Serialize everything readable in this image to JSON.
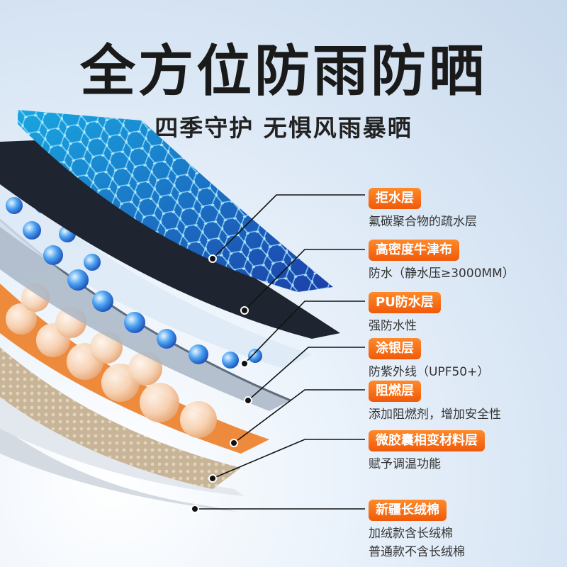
{
  "header": {
    "title": "全方位防雨防晒",
    "subtitle": "四季守护 无惧风雨暴晒"
  },
  "layers": [
    {
      "name": "拒水层",
      "lines": [
        "氟碳聚合物的疏水层"
      ]
    },
    {
      "name": "高密度牛津布",
      "lines": [
        "防水（静水压≥3000MM）"
      ]
    },
    {
      "name": "PU防水层",
      "lines": [
        "强防水性"
      ]
    },
    {
      "name": "涂银层",
      "lines": [
        "防紫外线（UPF50+）"
      ]
    },
    {
      "name": "阻燃层",
      "lines": [
        "添加阻燃剂，增加安全性"
      ]
    },
    {
      "name": "微胶囊相变材料层",
      "lines": [
        "赋予调温功能"
      ]
    },
    {
      "name": "新疆长绒棉",
      "lines": [
        "加绒款含长绒棉",
        "普通款不含长绒棉"
      ]
    }
  ],
  "colors": {
    "badge": "#f26a12",
    "blue_layer": "#1f7fd0",
    "oxford": "#1e2430",
    "orange_layer": "#f28a3a",
    "beige_layer": "#c9b59a"
  }
}
